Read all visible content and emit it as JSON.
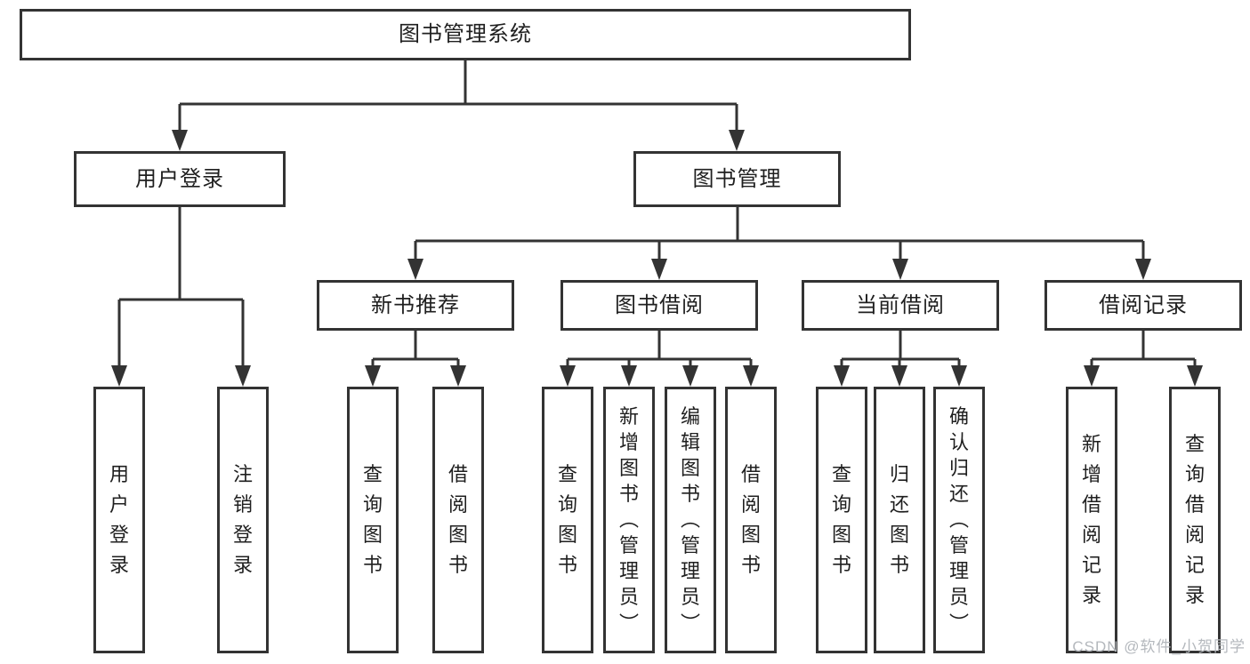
{
  "colors": {
    "line": "#333333",
    "text": "#1f1f1f",
    "watermark": "#b4b8bd",
    "background": "#ffffff"
  },
  "root": {
    "label": "图书管理系统"
  },
  "level2": {
    "user_login": {
      "label": "用户登录"
    },
    "book_management": {
      "label": "图书管理"
    }
  },
  "user_login_children": [
    "用户登录",
    "注销登录"
  ],
  "sections": [
    {
      "label": "新书推荐",
      "children": [
        "查询图书",
        "借阅图书"
      ]
    },
    {
      "label": "图书借阅",
      "children": [
        "查询图书",
        "新增图书（管理员）",
        "编辑图书（管理员）",
        "借阅图书"
      ]
    },
    {
      "label": "当前借阅",
      "children": [
        "查询图书",
        "归还图书",
        "确认归还（管理员）"
      ]
    },
    {
      "label": "借阅记录",
      "children": [
        "新增借阅记录",
        "查询借阅记录"
      ]
    }
  ],
  "watermark": "CSDN @软件_小贺同学"
}
